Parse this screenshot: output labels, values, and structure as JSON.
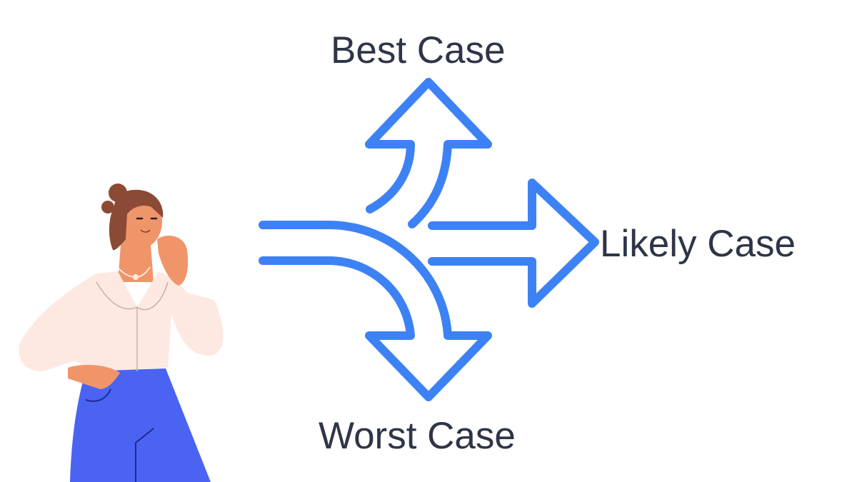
{
  "labels": {
    "best": "Best Case",
    "likely": "Likely Case",
    "worst": "Worst Case"
  },
  "colors": {
    "arrow": "#3d82f5",
    "text": "#2f3548",
    "skirt": "#4a63f2",
    "blouse": "#fde9e1",
    "skin": "#f0956a",
    "hair": "#8b4a36"
  },
  "icons": [
    "three-way-arrows-icon",
    "thinking-woman-illustration"
  ]
}
